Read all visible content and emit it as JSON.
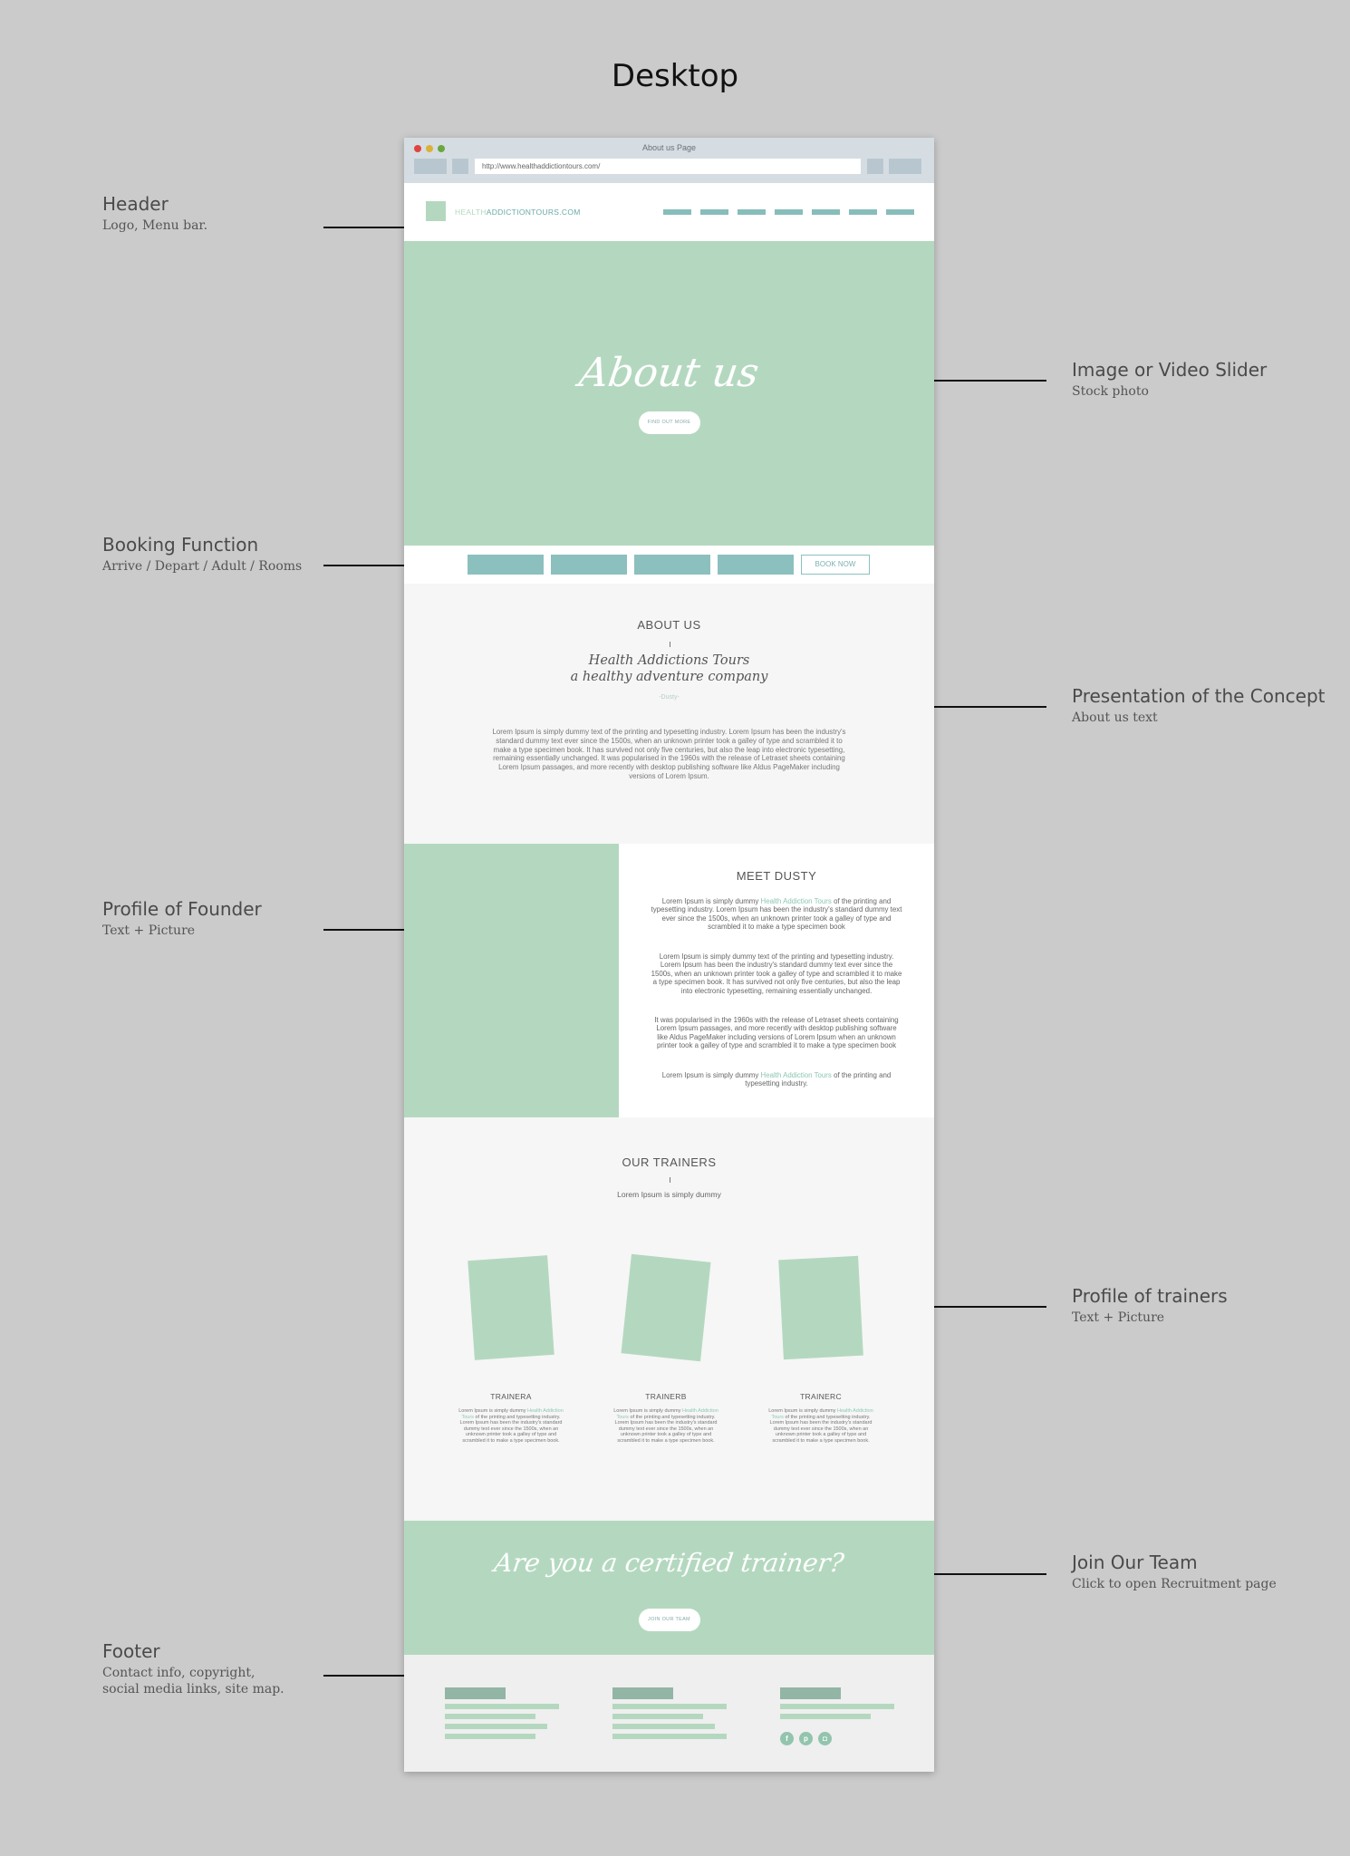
{
  "page_title": "Desktop",
  "annotations": [
    {
      "title": "Header",
      "subtitle": "Logo, Menu bar."
    },
    {
      "title": "Image or Video Slider",
      "subtitle": "Stock photo"
    },
    {
      "title": "Booking Function",
      "subtitle": "Arrive / Depart / Adult / Rooms"
    },
    {
      "title": "Presentation of the Concept",
      "subtitle": "About us text"
    },
    {
      "title": "Profile of Founder",
      "subtitle": "Text + Picture"
    },
    {
      "title": "Profile of trainers",
      "subtitle": "Text + Picture"
    },
    {
      "title": "Join Our Team",
      "subtitle": "Click to open Recruitment page"
    },
    {
      "title": "Footer",
      "subtitle": "Contact info, copyright,",
      "subtitle2": "social media links, site map."
    }
  ],
  "browser": {
    "window_title": "About us Page",
    "url": "http://www.healthaddictiontours.com/",
    "traffic_lights": {
      "close": "#e0443e",
      "minimize": "#dcb13a",
      "zoom": "#69a83c"
    }
  },
  "site": {
    "logo_text_light": "HEALTH",
    "logo_text_main": "ADDICTIONTOURS.COM",
    "hero": {
      "title": "About us",
      "button": "FIND OUT MORE"
    },
    "booking": {
      "button": "BOOK NOW"
    },
    "about": {
      "heading": "ABOUT US",
      "script_line1": "Health Addictions Tours",
      "script_line2": "a healthy adventure company",
      "signature": "-Dusty-",
      "body": "Lorem Ipsum is simply dummy text of the printing and typesetting industry. Lorem Ipsum has been the industry's standard dummy text ever since the 1500s, when an unknown printer took a galley of type and scrambled it to make a type specimen book. It has survived not only five centuries, but also the leap into electronic typesetting, remaining essentially unchanged. It was popularised in the 1960s with the release of Letraset sheets containing Lorem Ipsum passages, and more recently with desktop publishing software like Aldus PageMaker including versions of Lorem Ipsum."
    },
    "founder": {
      "heading": "MEET DUSTY",
      "p1_pre": "Lorem Ipsum is simply dummy ",
      "p1_link": "Health Addiction Tours",
      "p1_post": " of the printing and typesetting industry. Lorem Ipsum has been the industry's standard dummy text ever since the 1500s, when an unknown printer took a galley of type and scrambled it to make a type specimen book",
      "p2": "Lorem Ipsum is simply dummy text of the printing and typesetting industry. Lorem Ipsum has been the industry's standard dummy text ever since the 1500s, when an unknown printer took a galley of type and scrambled it to make a type specimen book. It has survived not only five centuries, but also the leap into electronic typesetting, remaining essentially unchanged.",
      "p3": "It was popularised in the 1960s with the release of Letraset sheets containing Lorem Ipsum passages, and more recently with desktop publishing software like Aldus PageMaker including versions of Lorem Ipsum when an unknown printer took a galley of type and scrambled it to make a type specimen book",
      "p4_pre": "Lorem Ipsum is simply dummy ",
      "p4_link": "Health Addiction Tours",
      "p4_post": " of the printing and typesetting industry."
    },
    "trainers": {
      "heading": "OUR TRAINERS",
      "subheading": "Lorem Ipsum is simply dummy",
      "items": [
        {
          "name": "TRAINERA",
          "pre": "Lorem Ipsum is simply dummy ",
          "link": "Health Addiction Tours",
          "post": " of the printing and typesetting industry. Lorem Ipsum has been the industry's standard dummy text ever since the 1500s, when an unknown printer took a galley of type and scrambled it to make a type specimen book."
        },
        {
          "name": "TRAINERB",
          "pre": "Lorem Ipsum is simply dummy ",
          "link": "Health Addiction Tours",
          "post": " of the printing and typesetting industry. Lorem Ipsum has been the industry's standard dummy text ever since the 1500s, when an unknown printer took a galley of type and scrambled it to make a type specimen book."
        },
        {
          "name": "TRAINERC",
          "pre": "Lorem Ipsum is simply dummy ",
          "link": "Health Addiction Tours",
          "post": " of the printing and typesetting industry. Lorem Ipsum has been the industry's standard dummy text ever since the 1500s, when an unknown printer took a galley of type and scrambled it to make a type specimen book."
        }
      ]
    },
    "join": {
      "title": "Are you a certified trainer?",
      "button": "JOIN OUR TEAM"
    },
    "footer": {
      "social_icons": [
        {
          "icon": "facebook-icon",
          "glyph": "f"
        },
        {
          "icon": "pinterest-icon",
          "glyph": "p"
        },
        {
          "icon": "instagram-icon",
          "glyph": "◘"
        }
      ]
    },
    "colors": {
      "mint": "#b4d8bf",
      "teal": "#8bc0bf",
      "accent_link": "#8cc7b0"
    }
  }
}
